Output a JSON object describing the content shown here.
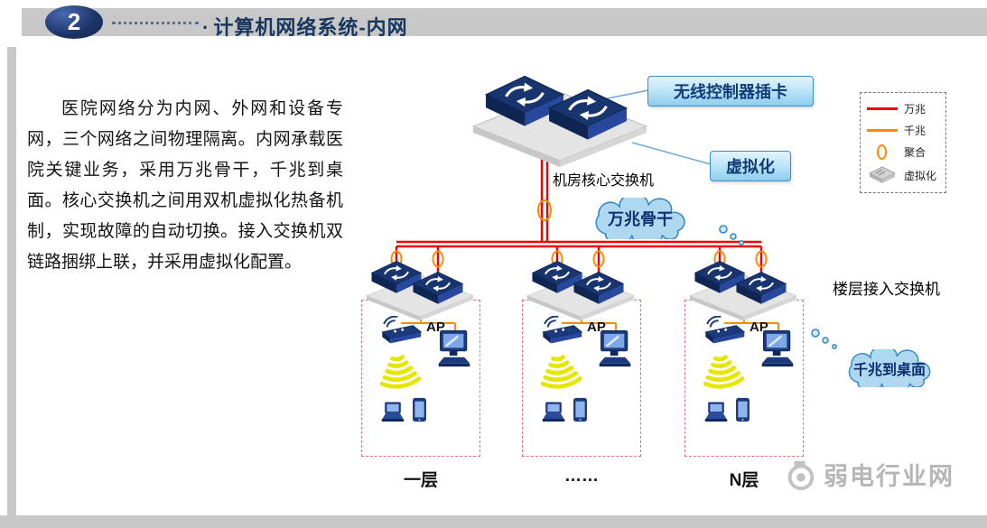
{
  "header": {
    "badge": "2",
    "bullet": "·",
    "title": "计算机网络系统-内网"
  },
  "intro": {
    "text": "医院网络分为内网、外网和设备专网，三个网络之间物理隔离。内网承载医院关键业务，采用万兆骨干，千兆到桌面。核心交换机之间用双机虚拟化热备机制，实现故障的自动切换。接入交换机双链路捆绑上联，并采用虚拟化配置。"
  },
  "diagram": {
    "callouts": {
      "wireless_card": "无线控制器插卡",
      "virtualization": "虚拟化"
    },
    "core_switch_label": "机房核心交换机",
    "backbone_cloud_label": "万兆骨干",
    "access_switch_label": "楼层接入交换机",
    "desktop_cloud_label": "千兆到桌面",
    "ap_label": "AP",
    "floor_labels": [
      "一层",
      "……",
      "N层"
    ]
  },
  "legend": {
    "items": [
      {
        "symbol": "red-line",
        "label": "万兆",
        "color": "#f00000"
      },
      {
        "symbol": "orange-line",
        "label": "千兆",
        "color": "#ff8a00"
      },
      {
        "symbol": "aggregation-ellipse",
        "label": "聚合",
        "color": "#ff8a00"
      },
      {
        "symbol": "virtual-switch",
        "label": "虚拟化",
        "color": "#bdbdbd"
      }
    ]
  },
  "watermark": "弱电行业网",
  "icons": {
    "switch": "network-switch-3d",
    "platform": "switch-chassis-platform",
    "ap": "wireless-access-point",
    "wifi_waves": "wifi-signal-arcs",
    "desktop": "desktop-computer",
    "laptop": "laptop",
    "phone": "smartphone",
    "cloud": "network-cloud",
    "aggregation": "link-aggregation-ellipse",
    "logo": "camera-logo"
  },
  "colors": {
    "ten_gig_red": "#f00000",
    "one_gig_orange": "#ff8a00",
    "title_navy": "#17375e",
    "callout_fill": "#bfe6f8",
    "cloud_fill": "#add8f0",
    "bar_gray": "#c8c8c8"
  }
}
